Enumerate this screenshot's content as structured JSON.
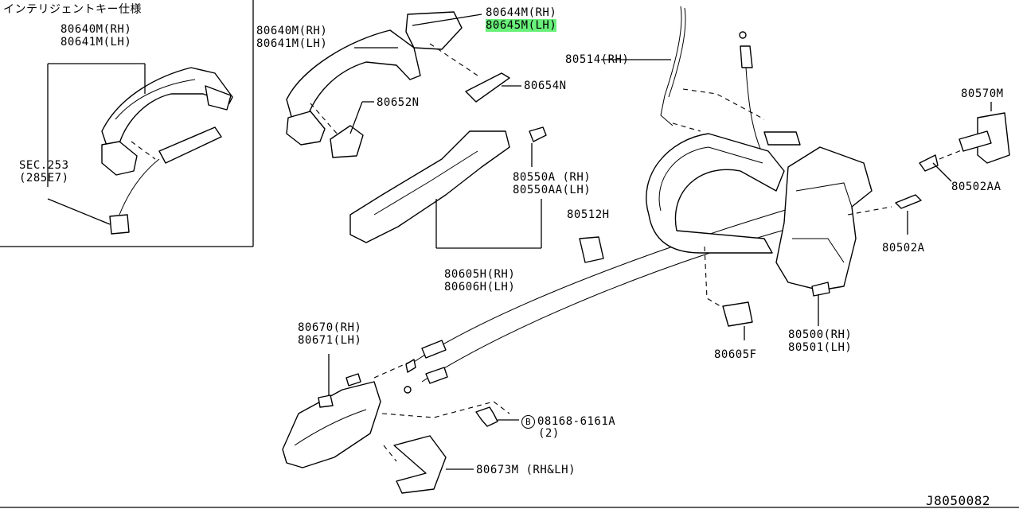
{
  "inset": {
    "title": "インテリジェントキー仕様",
    "handle_label_rh": "80640M(RH)",
    "handle_label_lh": "80641M(LH)",
    "sec_ref": "SEC.253",
    "sec_ref_sub": "(285E7)"
  },
  "parts": {
    "p80644m": "80644M(RH)",
    "p80645m": "80645M(LH)",
    "p80640m": "80640M(RH)",
    "p80641m": "80641M(LH)",
    "p80652n": "80652N",
    "p80654n": "80654N",
    "p80514": "80514(RH)",
    "p80570m": "80570M",
    "p80502aa": "80502AA",
    "p80502a": "80502A",
    "p80550a": "80550A (RH)",
    "p80550aa": "80550AA(LH)",
    "p80512h": "80512H",
    "p80605h": "80605H(RH)",
    "p80606h": "80606H(LH)",
    "p80605f": "80605F",
    "p80500": "80500(RH)",
    "p80501": "80501(LH)",
    "p80670": "80670(RH)",
    "p80671": "80671(LH)",
    "bolt_ref": "08168-6161A",
    "bolt_qty": "(2)",
    "bolt_marker": "B",
    "p80673m": "80673M (RH&LH)"
  },
  "diagram_id": "J8050082",
  "highlight_color": "#69f07a"
}
